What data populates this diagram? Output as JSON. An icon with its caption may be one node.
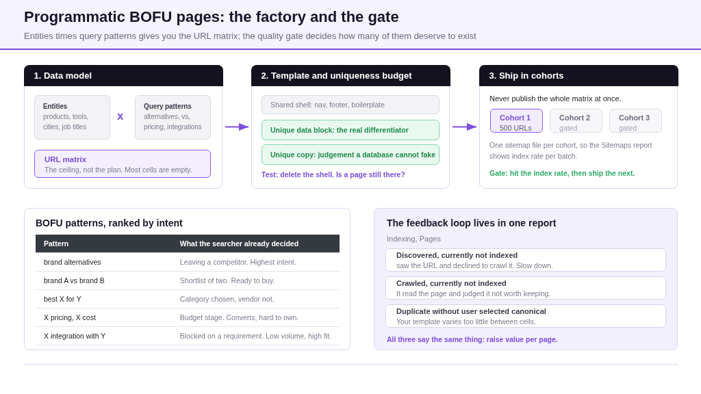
{
  "diagram": {
    "title": "Programmatic BOFU pages: the factory and the gate",
    "caption": "Entities times query patterns gives you the URL matrix; the quality gate decides how many of them deserve to exist",
    "nodes": [
      {
        "text": [
          "1. Data model"
        ]
      },
      {
        "text": [
          "Entities",
          "products, tools, cities, job titles"
        ],
        "in": 0
      },
      {
        "text": [
          "Query patterns",
          "alternatives, vs, pricing, integrations"
        ],
        "in": 0
      },
      {
        "text": [
          "URL matrix",
          "The ceiling, not the plan. Most cells are empty."
        ],
        "in": 0
      },
      {
        "text": [
          "2. Template and uniqueness budget",
          "Test: delete the shell. Is a page still there?"
        ]
      },
      {
        "text": [
          "Shared shell: nav, footer, boilerplate"
        ],
        "in": 4
      },
      {
        "text": [
          "Unique data block: the real differentiator"
        ],
        "in": 4
      },
      {
        "text": [
          "Unique copy: judgement a database cannot fake"
        ],
        "in": 4
      },
      {
        "text": [
          "3. Ship in cohorts",
          "Never publish the whole matrix at once.",
          "One sitemap file per cohort, so the Sitemaps report shows index rate per batch.",
          "Gate: hit the index rate, then ship the next."
        ]
      },
      {
        "text": [
          "Cohort 1",
          "500 URLs"
        ],
        "in": 8
      },
      {
        "text": [
          "Cohort 2",
          "gated"
        ],
        "in": 8
      },
      {
        "text": [
          "Cohort 3",
          "gated"
        ],
        "in": 8
      },
      {
        "text": [
          "BOFU patterns, ranked by intent"
        ]
      },
      {
        "text": [
          "The feedback loop lives in one report",
          "Indexing, Pages",
          "All three say the same thing: raise value per page."
        ]
      },
      {
        "text": [
          "Discovered, currently not indexed",
          "saw the URL and declined to crawl it. Slow down."
        ],
        "in": 13
      },
      {
        "text": [
          "Crawled, currently not indexed",
          "It read the page and judged it not worth keeping."
        ],
        "in": 13
      },
      {
        "text": [
          "Duplicate without user selected canonical",
          "Your template varies too little between cells."
        ],
        "in": 13
      }
    ],
    "edges": [
      {
        "from": 0,
        "to": 4,
        "arrow": "to"
      },
      {
        "from": 4,
        "to": 8,
        "arrow": "to"
      }
    ],
    "labels": [
      "x",
      "Pattern",
      "What the searcher already decided",
      "brand alternatives",
      "Leaving a competitor. Highest intent.",
      "brand A vs brand B",
      "Shortlist of two. Ready to buy.",
      "best X for Y",
      "Category chosen, vendor not.",
      "X pricing, X cost",
      "Budget stage. Converts, hard to own.",
      "X integration with Y",
      "Blocked on a requirement. Low volume, high fit."
    ]
  }
}
